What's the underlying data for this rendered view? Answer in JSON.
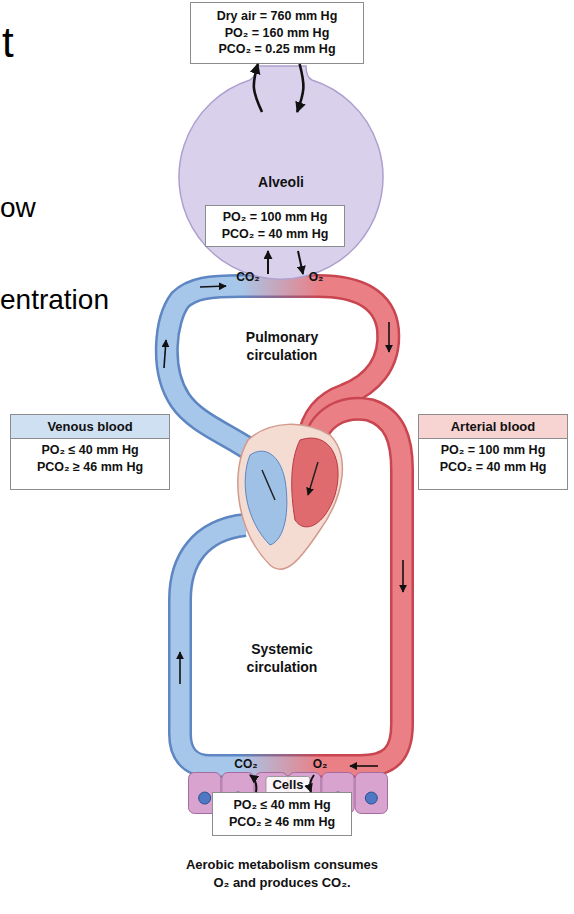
{
  "diagram": {
    "caption": "Aerobic metabolism consumes O₂ and produces CO₂.",
    "nodes": [
      {
        "text": [
          "Dry air = 760 mm Hg",
          "PO₂ = 160 mm Hg",
          "PCO₂ = 0.25 mm Hg"
        ]
      },
      {
        "text": [
          "Alveoli"
        ]
      },
      {
        "text": [
          "PO₂ = 100 mm Hg",
          "PCO₂ = 40 mm Hg"
        ],
        "in": 1
      },
      {
        "text": [
          "Venous blood",
          "PO₂ ≤ 40 mm Hg",
          "PCO₂ ≥ 46 mm Hg"
        ]
      },
      {
        "text": [
          "Arterial blood",
          "PO₂ = 100 mm Hg",
          "PCO₂ = 40 mm Hg"
        ]
      },
      {
        "text": [
          "Cells"
        ]
      },
      {
        "text": [
          "PO₂ ≤ 40 mm Hg",
          "PCO₂ ≥ 46 mm Hg"
        ]
      }
    ],
    "edges": [
      {
        "from": 1,
        "to": 0,
        "arrow": "to"
      },
      {
        "from": 0,
        "to": 1,
        "arrow": "to"
      }
    ],
    "labels": [
      "t",
      "ow",
      "entration",
      "CO₂",
      "O₂",
      "Pulmonary circulation",
      "Systemic circulation",
      "CO₂",
      "O₂"
    ]
  }
}
